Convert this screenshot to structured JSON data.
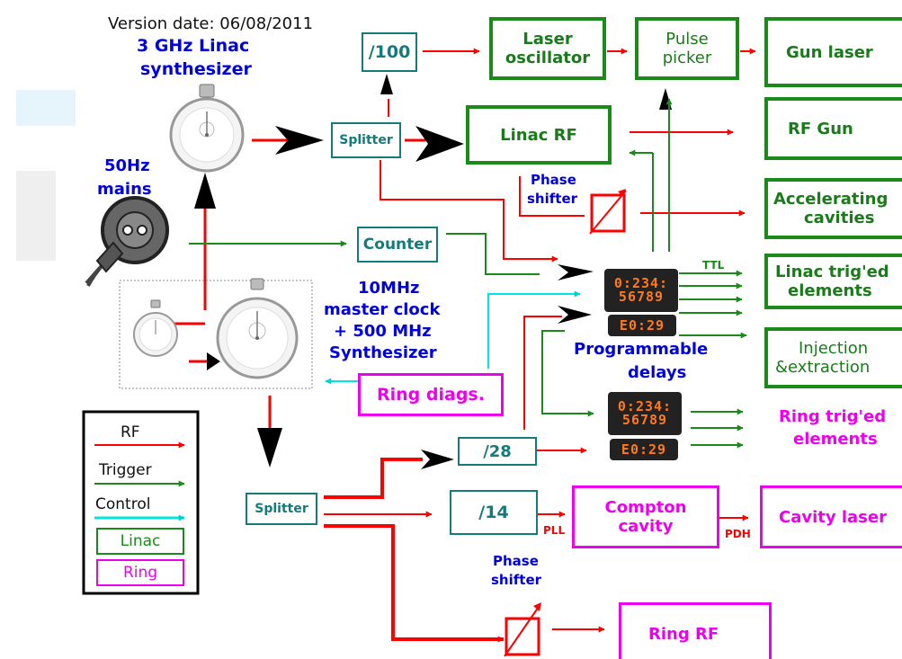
{
  "version": "Version date: 06/08/2011",
  "labels": {
    "synth_line1": "3 GHz Linac",
    "synth_line2": "synthesizer",
    "mains_line1": "50Hz",
    "mains_line2": "mains",
    "master_line1": "10MHz",
    "master_line2": "master clock",
    "master_line3": "+ 500 MHz",
    "master_line4": "Synthesizer",
    "phase1_line1": "Phase",
    "phase1_line2": "shifter",
    "phase2_line1": "Phase",
    "phase2_line2": "shifter",
    "prog_line1": "Programmable",
    "prog_line2": "delays",
    "ttl": "TTL",
    "pll": "PLL",
    "pdh": "PDH"
  },
  "boxes": {
    "div100": "/100",
    "laser_osc_line1": "Laser",
    "laser_osc_line2": "oscillator",
    "pulse_picker_line1": "Pulse",
    "pulse_picker_line2": "picker",
    "gun_laser": "Gun laser",
    "splitter_top": "Splitter",
    "linac_rf": "Linac RF",
    "rf_gun": "RF Gun",
    "acc_cav_line1": "Accelerating",
    "acc_cav_line2": "cavities",
    "counter": "Counter",
    "linac_trig_line1": "Linac trig'ed",
    "linac_trig_line2": "elements",
    "inj_ext_line1": "Injection",
    "inj_ext_line2": "&extraction",
    "ring_diags": "Ring diags.",
    "div28": "/28",
    "div14": "/14",
    "splitter_bottom": "Splitter",
    "compton_line1": "Compton",
    "compton_line2": "cavity",
    "cavity_laser": "Cavity laser",
    "ring_rf": "Ring RF",
    "ring_trig_line1": "Ring trig'ed",
    "ring_trig_line2": "elements"
  },
  "legend": {
    "rf": "RF",
    "trigger": "Trigger",
    "control": "Control",
    "linac": "Linac",
    "ring": "Ring"
  },
  "displays": {
    "top": "0:234:",
    "bottom": "56789",
    "small": "E0:29"
  },
  "colors": {
    "rf": "#ff0000",
    "trigger": "#1b8a1b",
    "control": "#00e5e5",
    "linac": "#1b8a1b",
    "ring": "#ee00ee",
    "splitter": "#157a7a",
    "text_blue": "#0000dd"
  },
  "icons": [
    "stopwatch-icon",
    "power-plug-icon",
    "delay-display-icon",
    "phase-shifter-icon"
  ]
}
